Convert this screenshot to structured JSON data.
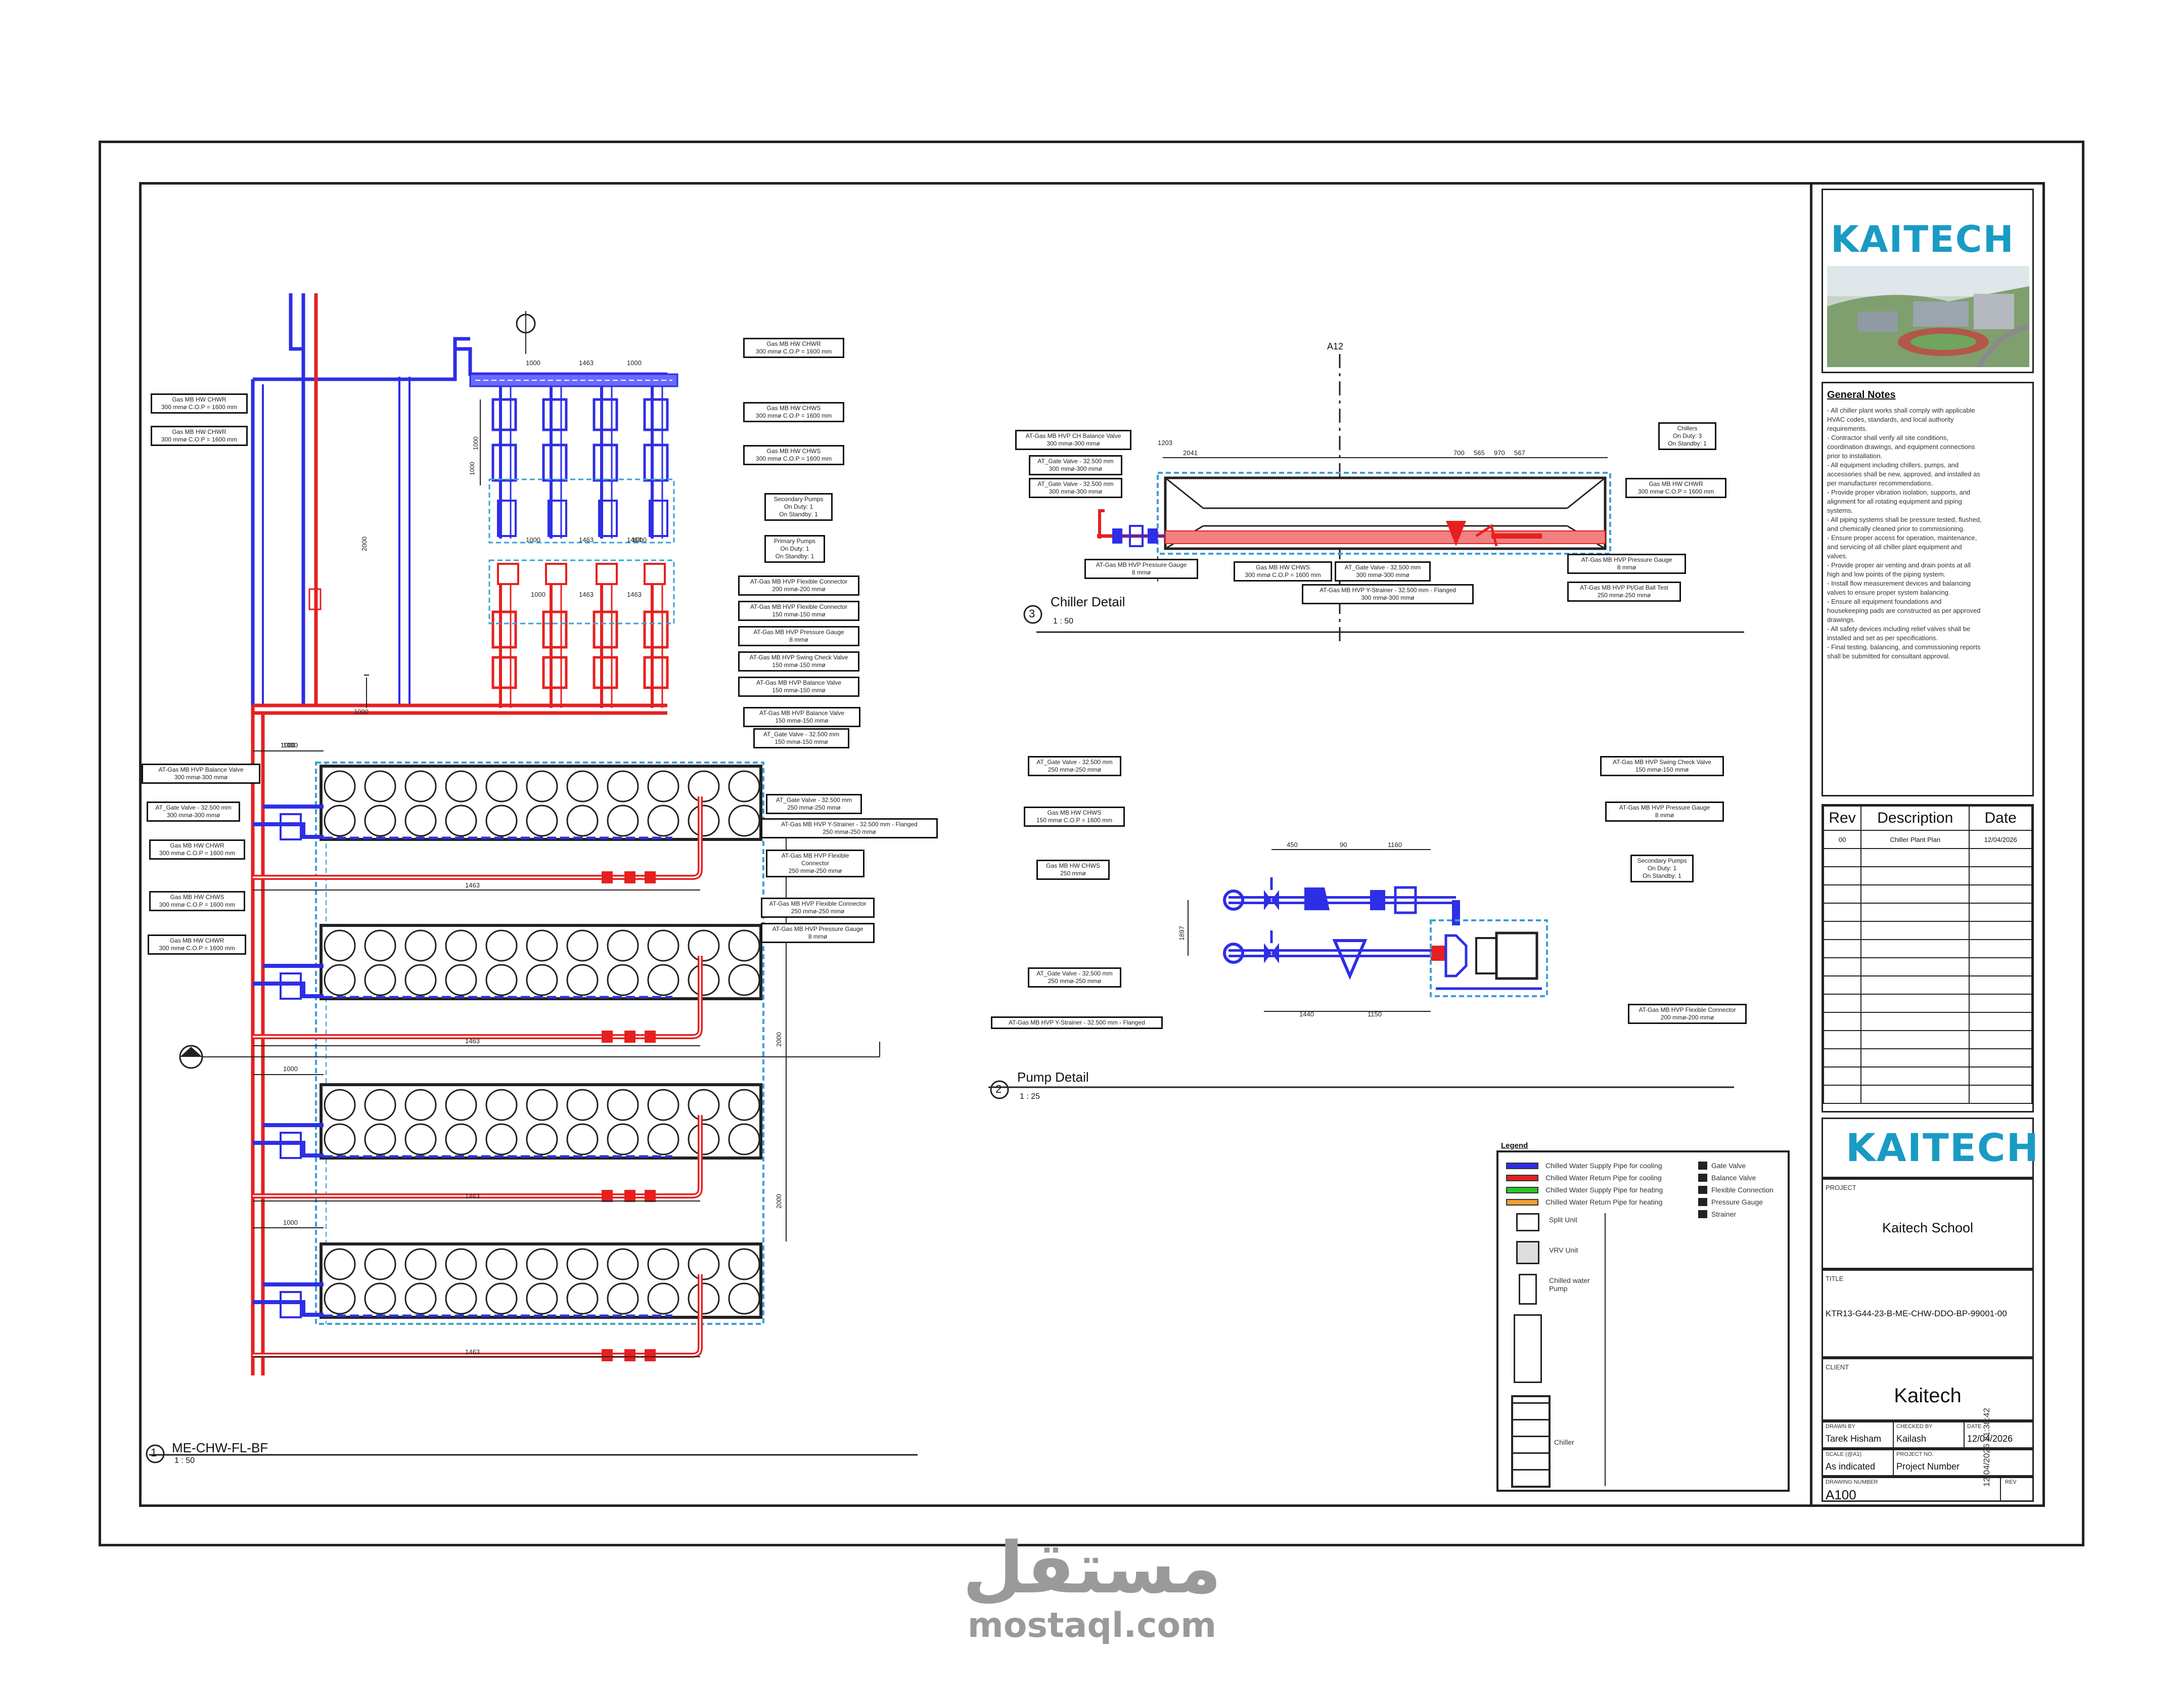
{
  "sheet": {
    "logo_text": "KAITECH",
    "notes": {
      "title": "General Notes",
      "lines": [
        "- All chiller plant works shall comply with applicable",
        "  HVAC codes, standards, and local authority",
        "  requirements.",
        "- Contractor shall verify all site conditions,",
        "  coordination drawings, and equipment connections",
        "  prior to installation.",
        "- All equipment including chillers, pumps, and",
        "  accessories shall be new, approved, and installed as",
        "  per manufacturer recommendations.",
        "- Provide proper vibration isolation, supports, and",
        "  alignment for all rotating equipment and piping",
        "  systems.",
        "- All piping systems shall be pressure tested, flushed,",
        "  and chemically cleaned prior to commissioning.",
        "- Ensure proper access for operation, maintenance,",
        "  and servicing of all chiller plant equipment and",
        "  valves.",
        "- Provide proper air venting and drain points at all",
        "  high and low points of the piping system.",
        "- Install flow measurement devices and balancing",
        "  valves to ensure proper system balancing.",
        "- Ensure all equipment foundations and",
        "  housekeeping pads are constructed as per approved",
        "  drawings.",
        "- All safety devices including relief valves shall be",
        "  installed and set as per specifications.",
        "- Final testing, balancing, and commissioning reports",
        "  shall be submitted for consultant approval."
      ]
    },
    "revision": {
      "headers": [
        "Rev",
        "Description",
        "Date"
      ],
      "rows": [
        [
          "00",
          "Chiller Plant Plan",
          "12/04/2026"
        ]
      ]
    },
    "project_label": "PROJECT",
    "project": "Kaitech School",
    "title_label": "TITLE",
    "title": "KTR13-G44-23-B-ME-CHW-DDO-BP-99001-00",
    "client_label": "CLIENT",
    "client": "Kaitech",
    "drawn_by_label": "DRAWN BY",
    "drawn_by": "Tarek Hisham",
    "checked_by_label": "CHECKED BY",
    "checked_by": "Kailash",
    "date_label": "DATE",
    "date": "12/04/2026",
    "scale_label": "SCALE (@A1)",
    "scale": "As indicated",
    "project_number_label": "PROJECT NO.",
    "project_number": "Project Number",
    "drawing_number_label": "DRAWING NUMBER",
    "drawing_number": "A100",
    "rev_label": "REV",
    "side_stamp": "12/04/2026 21:38:42"
  },
  "views": {
    "plan": {
      "number": "1",
      "title": "ME-CHW-FL-BF",
      "scale": "1 : 50"
    },
    "pump": {
      "number": "2",
      "title": "Pump Detail",
      "scale": "1 : 25"
    },
    "chiller": {
      "number": "3",
      "title": "Chiller Detail",
      "scale": "1 : 50"
    },
    "gridline": "A12"
  },
  "tags": {
    "t1": "Gas MB HW CHWR\n300 mmø C.O.P = 1600 mm",
    "t2": "Gas MB HW CHWR\n300 mmø C.O.P = 1600 mm",
    "t3": "Gas MB HW CHWR\n300 mmø C.O.P = 1600 mm",
    "t4": "Gas MB HW CHWS\n300 mmø C.O.P = 1600 mm",
    "t5": "Secondary Pumps\nOn Duty: 1\nOn Standby: 1",
    "t6": "Primary Pumps\nOn Duty: 1\nOn Standby: 1",
    "t7": "AT-Gas MB HVP Flexible Connector\n200 mmø-200 mmø",
    "t8": "AT-Gas MB HVP Flexible Connector\n150 mmø-150 mmø",
    "t9": "AT-Gas MB HVP Pressure Gauge\n8 mmø",
    "t10": "AT-Gas MB HVP Swing Check Valve\n150 mmø-150 mmø",
    "t11": "AT-Gas MB HVP Balance Valve\n150 mmø-150 mmø",
    "t12": "AT-Gas MB HVP Balance Valve\n150 mmø-150 mmø",
    "t13": "AT_Gate Valve - 32.500 mm\n150 mmø-150 mmø",
    "t14": "AT-Gas MB HVP Balance Valve\n300 mmø-300 mmø",
    "t15": "AT_Gate Valve - 32.500 mm\n300 mmø-300 mmø",
    "t16": "Gas MB HW CHWS\n300 mmø C.O.P = 1600 mm",
    "t17": "Gas MB HW CHWR\n300 mmø C.O.P = 1600 mm",
    "t18": "Gas MB HW CHWS\n300 mmø C.O.P = 1600 mm",
    "t19": "AT_Gate Valve - 32.500 mm\n250 mmø-250 mmø",
    "t20": "AT-Gas MB HVP Y-Strainer - 32.500 mm - Flanged\n250 mmø-250 mmø",
    "t21": "AT-Gas MB HVP Flexible Connector\n250 mmø-250 mmø",
    "t22": "AT-Gas MB HVP Pressure Gauge\n8 mmø",
    "t23": "AT-Gas MB HVP Flexible Connector\n250 mmø-250 mmø",
    "c1": "AT-Gas MB HVP CH Balance Valve\n300 mmø-300 mmø",
    "c2": "AT_Gate Valve - 32.500 mm\n300 mmø-300 mmø",
    "c3": "AT_Gate Valve - 32.500 mm\n300 mmø-300 mmø",
    "c4": "AT-Gas MB HVP Pressure Gauge\n8 mmø",
    "c5": "Gas MB HW CHWS\n300 mmø C.O.P = 1600 mm",
    "c6": "AT_Gate Valve - 32.500 mm\n300 mmø-300 mmø",
    "c7": "AT-Gas MB HVP Y-Strainer - 32.500 mm - Flanged\n300 mmø-300 mmø",
    "c8": "Chillers\nOn Duty: 3\nOn Standby: 1",
    "c9": "Gas MB HW CHWR\n300 mmø C.O.P = 1600 mm",
    "c10": "AT-Gas MB HVP Pressure Gauge\n8 mmø",
    "c11": "AT-Gas MB HVP Pt/Gat Ball Test\n250 mmø-250 mmø",
    "p1": "AT_Gate Valve - 32.500 mm\n250 mmø-250 mmø",
    "p2": "Gas MB HW CHWS\n150 mmø C.O.P = 1600 mm",
    "p3": "Gas MB HW CHWS\n250 mmø",
    "p4": "AT_Gate Valve - 32.500 mm\n250 mmø-250 mmø",
    "p5": "AT-Gas MB HVP Y-Strainer - 32.500 mm - Flanged",
    "p6": "AT-Gas MB HVP Swing Check Valve\n150 mmø-150 mmø",
    "p7": "AT-Gas MB HVP Pressure Gauge\n8 mmø",
    "p8": "Secondary Pumps\nOn Duty: 1\nOn Standby: 1",
    "p9": "AT-Gas MB HVP Flexible Connector\n200 mmø-200 mmø"
  },
  "dims": {
    "plan": [
      "1000",
      "1463",
      "1000",
      "1463",
      "1000",
      "1463",
      "1463",
      "1463",
      "1000",
      "1000",
      "1000",
      "1000",
      "1000",
      "1000",
      "1000",
      "1000",
      "1000",
      "1000",
      "1000",
      "1463",
      "1463",
      "1463",
      "1463",
      "1000",
      "2000",
      "2000",
      "2000"
    ],
    "pump": [
      "450",
      "90",
      "1440",
      "1150",
      "1160",
      "1897"
    ],
    "chiller": [
      "2041",
      "700",
      "565",
      "970",
      "567",
      "1203"
    ]
  },
  "legend": {
    "title": "Legend",
    "pipes": [
      {
        "label": "Chilled Water Supply Pipe for cooling",
        "color": "#2e2ee6"
      },
      {
        "label": "Chilled Water Return Pipe for cooling",
        "color": "#e62020"
      },
      {
        "label": "Chilled Water Supply Pipe for heating",
        "color": "#28c828"
      },
      {
        "label": "Chilled Water Return Pipe for heating",
        "color": "#f0a030"
      }
    ],
    "symbols": [
      "Gate Valve",
      "Balance Valve",
      "Flexible Connection",
      "Pressure Gauge",
      "Strainer"
    ],
    "equipment": [
      "Split Unit",
      "VRV Unit",
      "Chilled water Pump",
      "",
      "Chiller"
    ]
  },
  "watermark": {
    "arabic": "مستقل",
    "latin": "mostaql.com"
  },
  "colors": {
    "supply": "#2e2ee6",
    "return": "#e62020",
    "equipment_box": "#3aa0d8",
    "brand": "#1a9bc4"
  }
}
